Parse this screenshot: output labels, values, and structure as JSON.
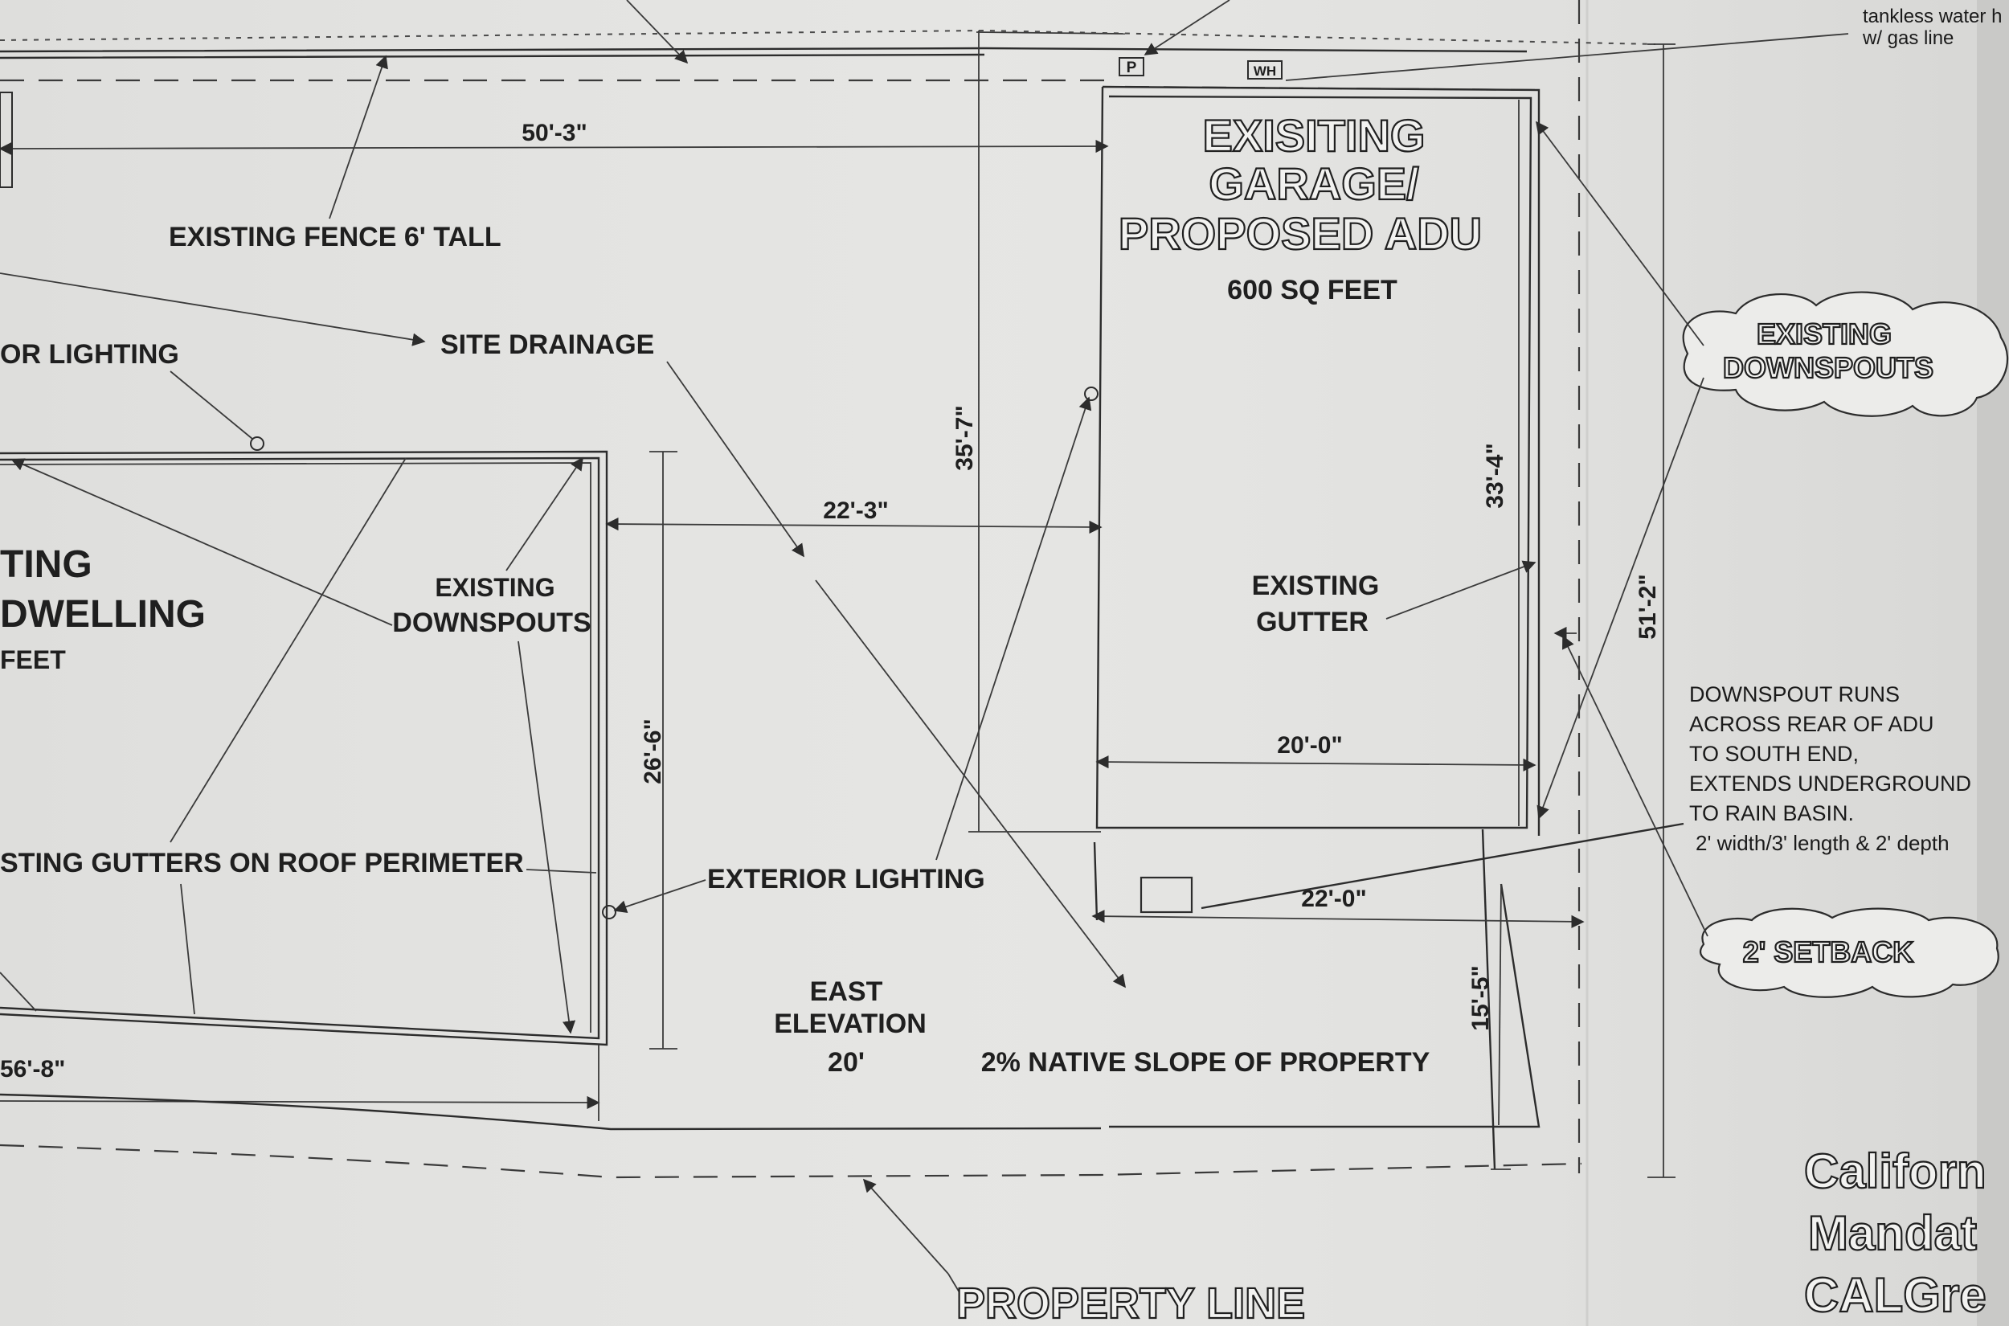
{
  "labels": {
    "fence": "EXISTING FENCE 6' TALL",
    "lighting_top": "OR LIGHTING",
    "site_drainage": "SITE DRAINAGE",
    "dwelling_1": "TING",
    "dwelling_2": "DWELLING",
    "dwelling_3": "FEET",
    "downspouts_house_1": "EXISTING",
    "downspouts_house_2": "DOWNSPOUTS",
    "gutters_perimeter": "STING GUTTERS ON ROOF PERIMETER",
    "exterior_lighting": "EXTERIOR LIGHTING",
    "east_elevation_1": "EAST",
    "east_elevation_2": "ELEVATION",
    "east_elevation_3": "20'",
    "native_slope": "2% NATIVE SLOPE OF PROPERTY",
    "garage_1": "EXISITING",
    "garage_2": "GARAGE/",
    "garage_3": "PROPOSED ADU",
    "garage_area": "600 SQ FEET",
    "gutter_1": "EXISTING",
    "gutter_2": "GUTTER",
    "cloud_downspouts_1": "EXISTING",
    "cloud_downspouts_2": "DOWNSPOUTS",
    "cloud_setback": "2' SETBACK",
    "note_1": "DOWNSPOUT RUNS",
    "note_2": "ACROSS REAR OF ADU",
    "note_3": "TO SOUTH END,",
    "note_4": "EXTENDS UNDERGROUND",
    "note_5": "TO RAIN BASIN.",
    "note_6": "2' width/3' length & 2' depth",
    "water_1": "tankless water h",
    "water_2": "w/ gas line",
    "property_line": "PROPERTY LINE",
    "cal_1": "Californ",
    "cal_2": "Mandat",
    "cal_3": "CALGre",
    "tag_p": "P",
    "tag_wh": "WH"
  },
  "dimensions": {
    "d50_3": "50'-3\"",
    "d22_3": "22'-3\"",
    "d35_7": "35'-7\"",
    "d33_4": "33'-4\"",
    "d51_2": "51'-2\"",
    "d20_0": "20'-0\"",
    "d22_0": "22'-0\"",
    "d26_6": "26'-6\"",
    "d15_5": "15'-5\"",
    "d56_8": "56'-8\""
  },
  "colors": {
    "paper": "#e3e3e1",
    "ink": "#1f1f1f"
  }
}
